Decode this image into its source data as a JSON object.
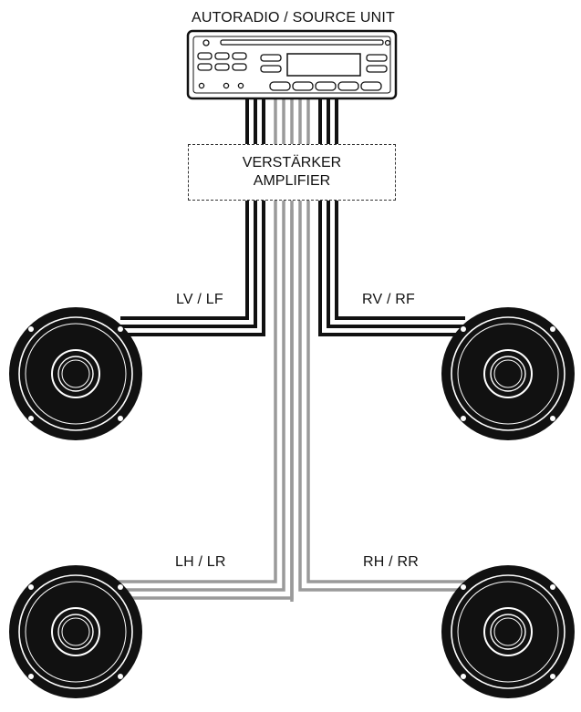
{
  "head_unit": {
    "label": "AUTORADIO / SOURCE UNIT"
  },
  "amplifier": {
    "line1": "VERSTÄRKER",
    "line2": "AMPLIFIER"
  },
  "channels": {
    "front_left": "LV / LF",
    "front_right": "RV / RF",
    "rear_left": "LH / LR",
    "rear_right": "RH / RR"
  },
  "colors": {
    "front_wire": "#111111",
    "rear_wire": "#9a9a9a",
    "outline": "#111111",
    "background": "#ffffff"
  }
}
